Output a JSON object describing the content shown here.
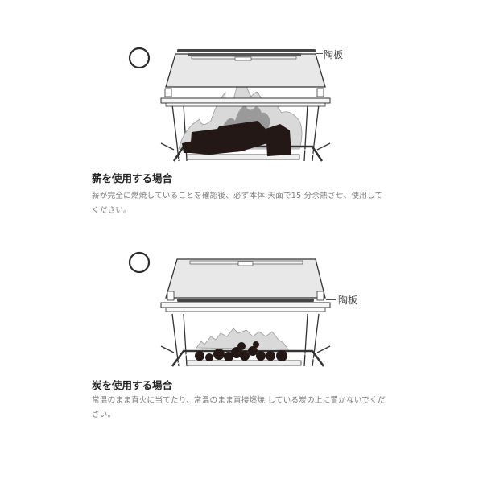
{
  "sections": [
    {
      "id": "firewood",
      "badge_icon": "circle-ok-icon",
      "part_label": "陶板",
      "illustration": "stove-with-firewood-flames",
      "heading": "薪を使用する場合",
      "body": "薪が完全に燃焼していることを確認後、必ず本体 天面で15 分余熱させ、使用してください。"
    },
    {
      "id": "charcoal",
      "badge_icon": "circle-ok-icon",
      "part_label": "陶板",
      "illustration": "stove-with-charcoal",
      "heading": "炭を使用する場合",
      "body": "常温のまま直火に当てたり、常温のまま直接燃焼 している炭の上に置かないでください。"
    }
  ],
  "colors": {
    "heading": "#222222",
    "body": "#7a7a7a",
    "line": "#333333",
    "panel": "#e6e6e6",
    "flame_light": "#d9d9d9",
    "flame_mid": "#9a9a9a",
    "fuel": "#231815"
  }
}
